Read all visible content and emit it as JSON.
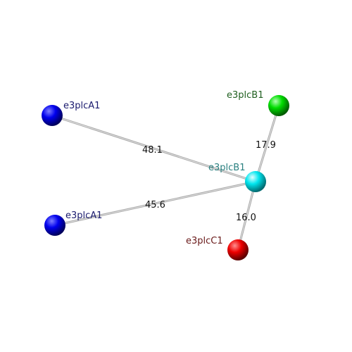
{
  "diagram": {
    "nodes": [
      {
        "id": "a1_top",
        "label": "e3plcA1",
        "color": "#0000ee",
        "label_color": "#1a1a6e"
      },
      {
        "id": "a1_bottom",
        "label": "e3plcA1",
        "color": "#0000ee",
        "label_color": "#1a1a6e"
      },
      {
        "id": "b1_green",
        "label": "e3plcB1",
        "color": "#00dd00",
        "label_color": "#1f5f1f"
      },
      {
        "id": "b1_cyan",
        "label": "e3plcB1",
        "color": "#00e5ee",
        "label_color": "#2a8080"
      },
      {
        "id": "c1_red",
        "label": "e3plcC1",
        "color": "#ee0000",
        "label_color": "#6a1a1a"
      }
    ],
    "edges": [
      {
        "from": "a1_top",
        "to": "b1_cyan",
        "distance": "48.1"
      },
      {
        "from": "a1_bottom",
        "to": "b1_cyan",
        "distance": "45.6"
      },
      {
        "from": "b1_green",
        "to": "b1_cyan",
        "distance": "17.9"
      },
      {
        "from": "c1_red",
        "to": "b1_cyan",
        "distance": "16.0"
      }
    ]
  }
}
